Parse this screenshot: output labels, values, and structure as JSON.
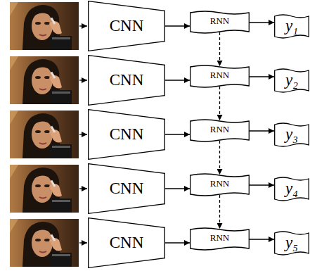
{
  "diagram": {
    "nodes": [
      {
        "text": [
          "CNN"
        ]
      },
      {
        "text": [
          "RNN"
        ]
      },
      {
        "text": [
          "y₁"
        ]
      },
      {
        "text": [
          "CNN"
        ]
      },
      {
        "text": [
          "RNN"
        ]
      },
      {
        "text": [
          "y₂"
        ]
      },
      {
        "text": [
          "CNN"
        ]
      },
      {
        "text": [
          "RNN"
        ]
      },
      {
        "text": [
          "y₃"
        ]
      },
      {
        "text": [
          "CNN"
        ]
      },
      {
        "text": [
          "RNN"
        ]
      },
      {
        "text": [
          "y₄"
        ]
      },
      {
        "text": [
          "CNN"
        ]
      },
      {
        "text": [
          "RNN"
        ]
      },
      {
        "text": [
          "y₅"
        ]
      }
    ],
    "edges": [
      {
        "from": 0,
        "to": 1,
        "arrow": "to"
      },
      {
        "from": 1,
        "to": 2,
        "arrow": "to"
      },
      {
        "from": 3,
        "to": 4,
        "arrow": "to"
      },
      {
        "from": 4,
        "to": 5,
        "arrow": "to"
      },
      {
        "from": 6,
        "to": 7,
        "arrow": "to"
      },
      {
        "from": 7,
        "to": 8,
        "arrow": "to"
      },
      {
        "from": 9,
        "to": 10,
        "arrow": "to"
      },
      {
        "from": 10,
        "to": 11,
        "arrow": "to"
      },
      {
        "from": 12,
        "to": 13,
        "arrow": "to"
      },
      {
        "from": 13,
        "to": 14,
        "arrow": "to"
      },
      {
        "from": 1,
        "to": 4,
        "arrow": "to"
      },
      {
        "from": 4,
        "to": 7,
        "arrow": "to"
      },
      {
        "from": 7,
        "to": 10,
        "arrow": "to"
      },
      {
        "from": 10,
        "to": 13,
        "arrow": "to"
      }
    ]
  }
}
